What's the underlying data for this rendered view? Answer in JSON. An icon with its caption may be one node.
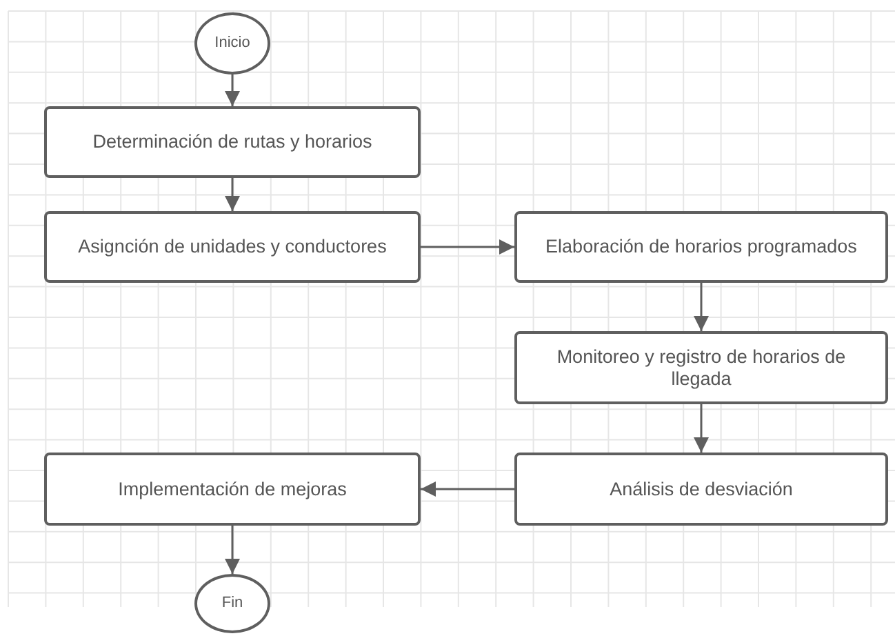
{
  "diagram": {
    "nodes": [
      {
        "text": [
          "Inicio"
        ]
      },
      {
        "text": [
          "Determinación de rutas y horarios"
        ]
      },
      {
        "text": [
          "Asignción de unidades y conductores"
        ]
      },
      {
        "text": [
          "Elaboración de horarios programados"
        ]
      },
      {
        "text": [
          "Monitoreo y registro de horarios de llegada"
        ]
      },
      {
        "text": [
          "Análisis de desviación"
        ]
      },
      {
        "text": [
          "Implementación de mejoras"
        ]
      },
      {
        "text": [
          "Fin"
        ]
      }
    ],
    "edges": [
      {
        "from": 0,
        "to": 1,
        "arrow": "to"
      },
      {
        "from": 1,
        "to": 2,
        "arrow": "to"
      },
      {
        "from": 2,
        "to": 3,
        "arrow": "to"
      },
      {
        "from": 3,
        "to": 4,
        "arrow": "to"
      },
      {
        "from": 4,
        "to": 5,
        "arrow": "to"
      },
      {
        "from": 5,
        "to": 6,
        "arrow": "to"
      },
      {
        "from": 6,
        "to": 7,
        "arrow": "to"
      }
    ]
  }
}
